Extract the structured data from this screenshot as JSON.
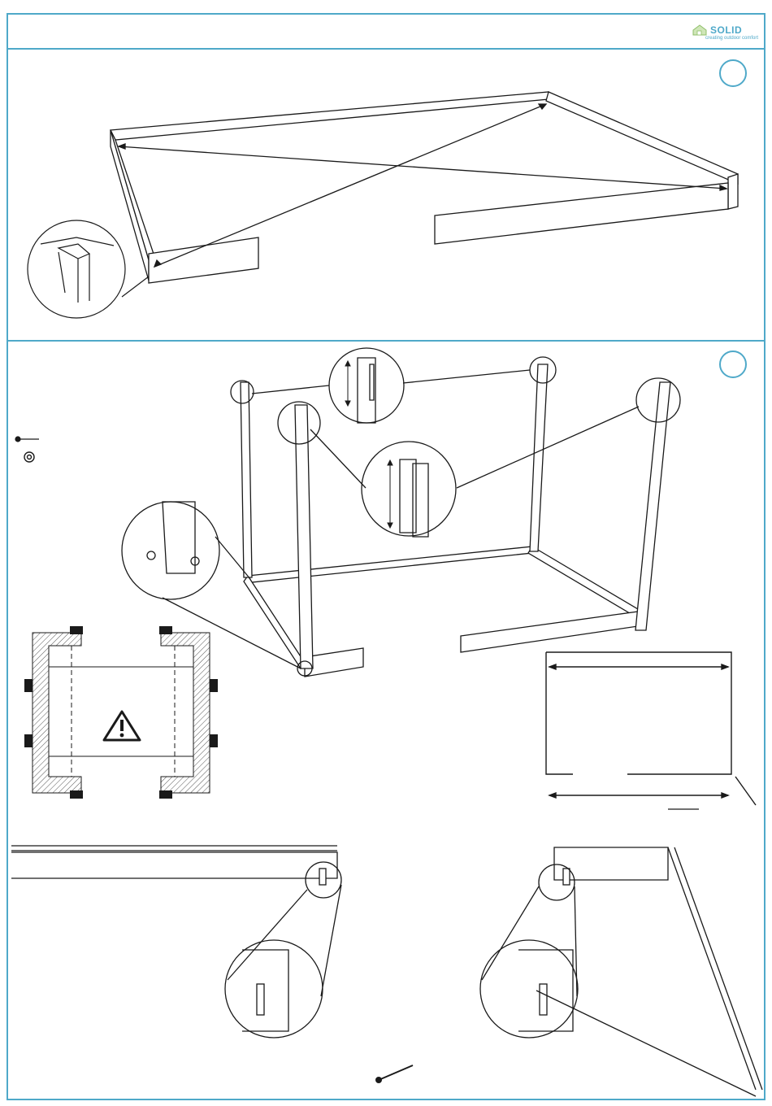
{
  "header": {
    "brand": {
      "word": "SOLID",
      "tagline": "creating outdoor comfort",
      "color": "#4fa9c9"
    }
  },
  "steps": [
    {
      "panel": "frame-squaring",
      "number": ""
    },
    {
      "panel": "corner-posts",
      "number": ""
    }
  ],
  "colors": {
    "frame": "#4fa9c9",
    "line": "#1a1a1a",
    "hatch": "#555555"
  },
  "icons": [
    "screw-icon",
    "washer-icon",
    "warning-icon",
    "bracket-icon",
    "long-screw-icon"
  ]
}
